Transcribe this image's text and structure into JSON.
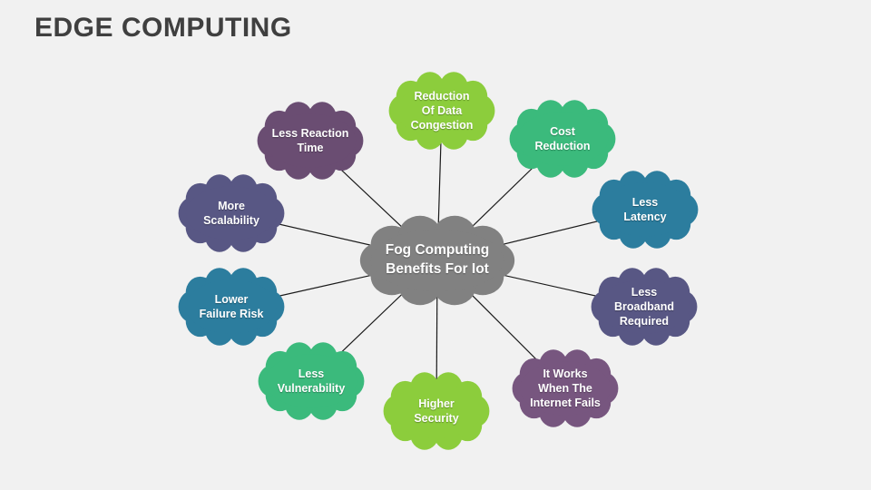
{
  "slide": {
    "title": "EDGE COMPUTING",
    "title_color": "#3F3F3F",
    "background_color": "#F1F1F1"
  },
  "diagram": {
    "connector_color": "#1A1A1A",
    "center": {
      "id": "fog-computing-benefits-for-iot",
      "label": "Fog Computing\nBenefits For Iot",
      "color": "#818181",
      "text_color": "#FFFFFF"
    },
    "clouds": [
      {
        "id": "reduction-of-data-congestion",
        "label": "Reduction\nOf Data\nCongestion",
        "color": "#8CCD3C"
      },
      {
        "id": "less-reaction-time",
        "label": "Less Reaction\nTime",
        "color": "#6A4D72"
      },
      {
        "id": "cost-reduction",
        "label": "Cost\nReduction",
        "color": "#3BBA7C"
      },
      {
        "id": "more-scalability",
        "label": "More\nScalability",
        "color": "#585784"
      },
      {
        "id": "less-latency",
        "label": "Less\nLatency",
        "color": "#2C7D9E"
      },
      {
        "id": "lower-failure-risk",
        "label": "Lower\nFailure Risk",
        "color": "#2C7D9E"
      },
      {
        "id": "less-broadband-required",
        "label": "Less\nBroadband\nRequired",
        "color": "#585784"
      },
      {
        "id": "less-vulnerability",
        "label": "Less\nVulnerability",
        "color": "#3BBA7C"
      },
      {
        "id": "it-works-when-the-internet-fails",
        "label": "It Works\nWhen The\nInternet Fails",
        "color": "#77567F"
      },
      {
        "id": "higher-security",
        "label": "Higher\nSecurity",
        "color": "#8CCD3C"
      }
    ]
  }
}
